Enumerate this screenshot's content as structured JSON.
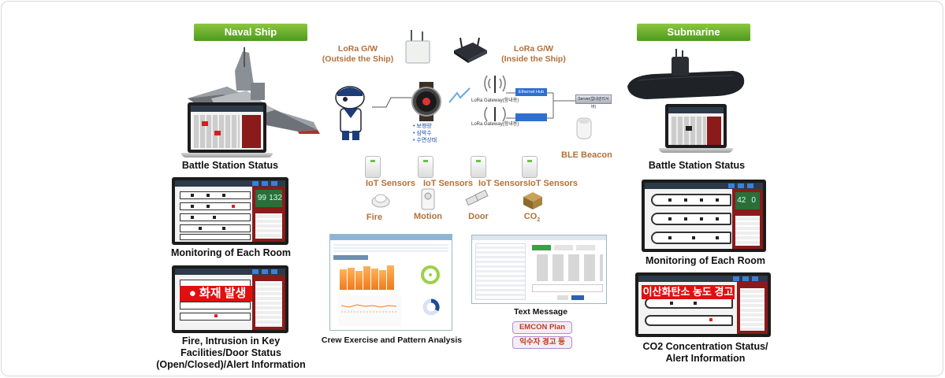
{
  "sections": {
    "naval_ship": "Naval Ship",
    "submarine": "Submarine"
  },
  "lora": {
    "outside_line1": "LoRa G/W",
    "outside_line2": "(Outside the Ship)",
    "inside_line1": "LoRa G/W",
    "inside_line2": "(Inside the Ship)"
  },
  "watch_status": [
    "• 보행량",
    "• 심박수",
    "• 수면상태"
  ],
  "gateways": {
    "gw1": "LoRa Gateway(함내용)",
    "gw2": "LoRa Gateway(함내용)",
    "hub": "Ethernet Hub",
    "server": "Server(함내관리서버)"
  },
  "ble_beacon": "BLE Beacon",
  "iot_sensors": [
    "IoT Sensors",
    "IoT Sensors",
    "IoT Sensors",
    "IoT Sensors"
  ],
  "sensor_types": {
    "fire": "Fire",
    "motion": "Motion",
    "door": "Door",
    "co2": "CO",
    "co2_sub": "2"
  },
  "naval_captions": {
    "battle_station": "Battle Station Status",
    "monitoring": "Monitoring of Each Room",
    "fire_line1": "Fire, Intrusion in Key",
    "fire_line2": "Facilities/Door Status",
    "fire_line3": "(Open/Closed)/Alert Information"
  },
  "naval_alert": "● 화재 발생",
  "sub_captions": {
    "battle_station": "Battle Station Status",
    "monitoring": "Monitoring of Each Room",
    "co2_line1": "CO2 Concentration Status/",
    "co2_line2": "Alert Information"
  },
  "sub_alert": "이산화탄소 농도 경고",
  "center_captions": {
    "crew_exercise": "Crew Exercise and Pattern Analysis",
    "text_message": "Text Message"
  },
  "buttons": {
    "emcon": "EMCON Plan",
    "drowning": "익수자 경고 등"
  },
  "panel_values": {
    "naval_room_a": "99",
    "naval_room_b": "132",
    "sub_room_a": "42",
    "sub_room_b": "0"
  },
  "colors": {
    "tag_green": "#5aa52a",
    "lora_brown": "#b3713a",
    "alert_red": "#e01010",
    "panel_red": "#8b1a1a",
    "chart_orange": "#f07a1a",
    "button_text": "#c23a15"
  }
}
